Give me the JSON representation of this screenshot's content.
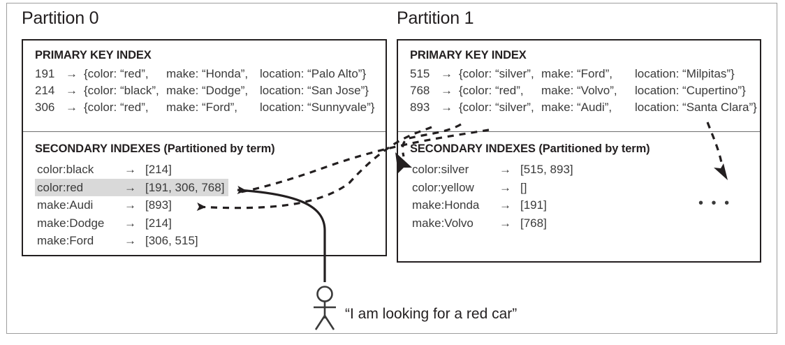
{
  "figure": {
    "partitions": [
      {
        "title": "Partition 0",
        "primary_index": {
          "heading": "PRIMARY KEY INDEX",
          "rows": [
            {
              "key": "191",
              "arrow": "→",
              "color": "{color: “red”,",
              "make": "make: “Honda”,",
              "location": "location: “Palo Alto”}"
            },
            {
              "key": "214",
              "arrow": "→",
              "color": "{color: “black”,",
              "make": "make: “Dodge”,",
              "location": "location: “San Jose”}"
            },
            {
              "key": "306",
              "arrow": "→",
              "color": "{color: “red”,",
              "make": "make: “Ford”,",
              "location": "location: “Sunnyvale”}"
            }
          ]
        },
        "secondary_index": {
          "heading": "SECONDARY INDEXES (Partitioned by term)",
          "rows": [
            {
              "term": "color:black",
              "arrow": "→",
              "value": "[214]",
              "highlighted": false
            },
            {
              "term": "color:red",
              "arrow": "→",
              "value": "[191, 306, 768]",
              "highlighted": true
            },
            {
              "term": "make:Audi",
              "arrow": "→",
              "value": "[893]",
              "highlighted": false
            },
            {
              "term": "make:Dodge",
              "arrow": "→",
              "value": "[214]",
              "highlighted": false
            },
            {
              "term": "make:Ford",
              "arrow": "→",
              "value": "[306, 515]",
              "highlighted": false
            }
          ],
          "ellipsis": ""
        }
      },
      {
        "title": "Partition 1",
        "primary_index": {
          "heading": "PRIMARY KEY INDEX",
          "rows": [
            {
              "key": "515",
              "arrow": "→",
              "color": "{color: “silver”,",
              "make": "make: “Ford”,",
              "location": "location: “Milpitas”}"
            },
            {
              "key": "768",
              "arrow": "→",
              "color": "{color: “red”,",
              "make": "make: “Volvo”,",
              "location": "location: “Cupertino”}"
            },
            {
              "key": "893",
              "arrow": "→",
              "color": "{color: “silver”,",
              "make": "make: “Audi”,",
              "location": "location: “Santa Clara”}"
            }
          ]
        },
        "secondary_index": {
          "heading": "SECONDARY INDEXES (Partitioned by term)",
          "rows": [
            {
              "term": "color:silver",
              "arrow": "→",
              "value": "[515, 893]",
              "highlighted": false
            },
            {
              "term": "color:yellow",
              "arrow": "→",
              "value": "[]",
              "highlighted": false
            },
            {
              "term": "make:Honda",
              "arrow": "→",
              "value": "[191]",
              "highlighted": false
            },
            {
              "term": "make:Volvo",
              "arrow": "→",
              "value": "[768]",
              "highlighted": false
            }
          ],
          "ellipsis": "• • •"
        }
      }
    ],
    "user": {
      "quote": "“I am looking for a red car”"
    },
    "colors": {
      "ink": "#231f20",
      "text": "#3a3a3a",
      "highlight": "#d9d9d9",
      "frame": "#9d9d9d",
      "divider": "#6f6f6f"
    }
  }
}
